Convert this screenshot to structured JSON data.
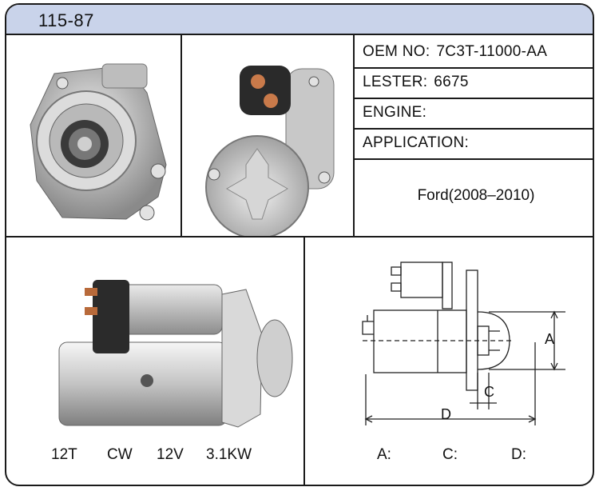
{
  "header": {
    "model": "115-87"
  },
  "specs": [
    {
      "label": "OEM NO:",
      "value": "7C3T-11000-AA"
    },
    {
      "label": "LESTER:",
      "value": "6675"
    },
    {
      "label": "ENGINE:",
      "value": ""
    },
    {
      "label": "APPLICATION:",
      "value": ""
    }
  ],
  "application": "Ford(2008–2010)",
  "ratings": {
    "teeth": "12T",
    "rotation": "CW",
    "voltage": "12V",
    "power": "3.1KW"
  },
  "dimensions": {
    "a": "A:",
    "c": "C:",
    "d": "D:",
    "diag_a": "A",
    "diag_c": "C",
    "diag_d": "D"
  },
  "colors": {
    "header_bg": "#c9d3ea",
    "border": "#1a1a1a"
  }
}
